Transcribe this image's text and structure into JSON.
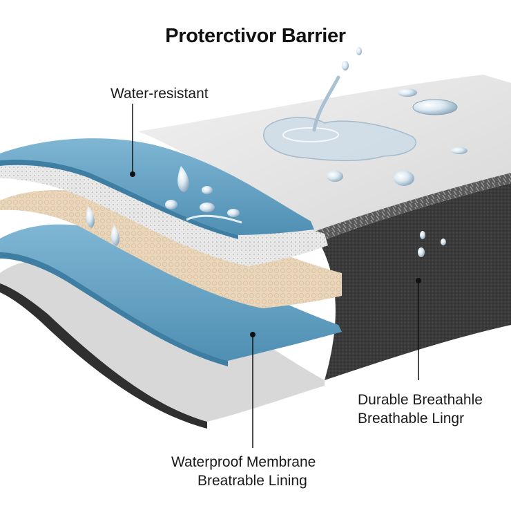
{
  "title": "Proterctivor Barrier",
  "labels": {
    "water_resistant": "Water-resistant",
    "durable_line1": "Durable Breathahle",
    "durable_line2": "Breathable Lingr",
    "membrane_line1": "Waterproof Membrane",
    "membrane_line2": "Breatrable Lining"
  },
  "colors": {
    "blue_layer": "#5f9fc2",
    "mesh_layer": "#eeeeee",
    "foam_layer": "#e8d3b8",
    "base_layer": "#d9d9d9",
    "outer_shell": "#3c3c3c",
    "top_surface": "#e6e6e6"
  }
}
